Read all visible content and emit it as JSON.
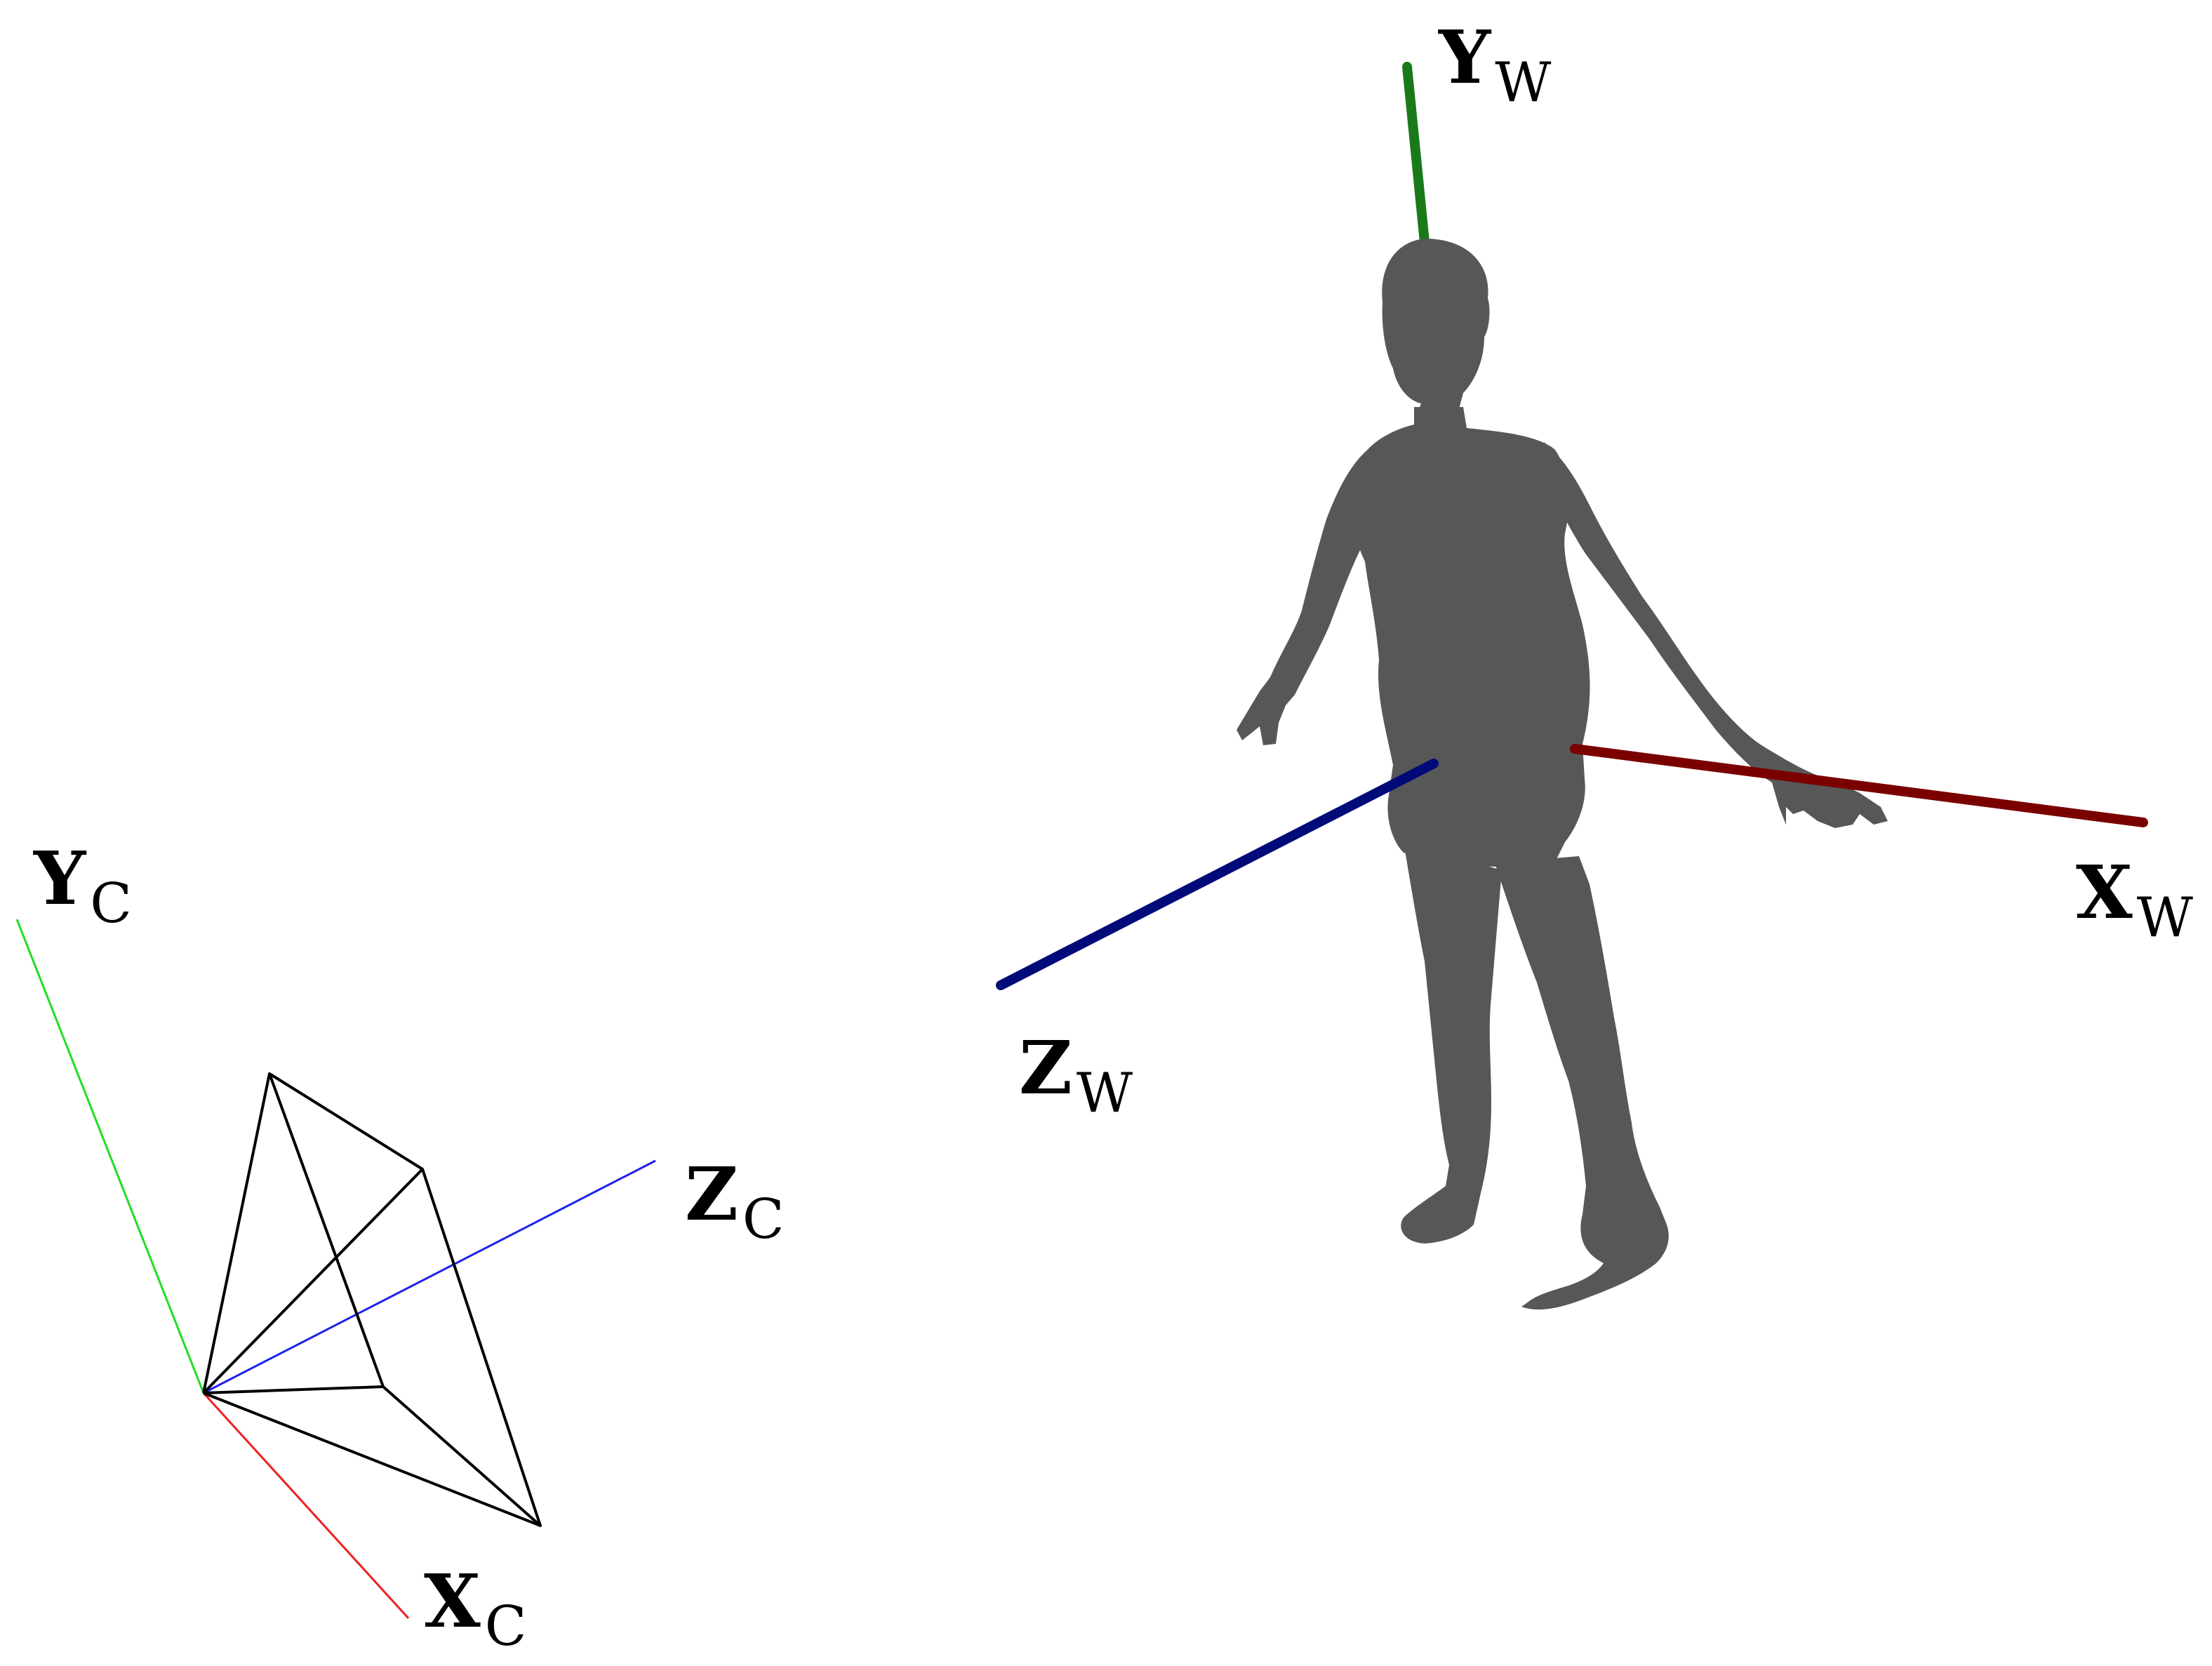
{
  "labels": {
    "world": {
      "y": {
        "letter": "Y",
        "sub": "W"
      },
      "x": {
        "letter": "X",
        "sub": "W"
      },
      "z": {
        "letter": "Z",
        "sub": "W"
      }
    },
    "camera": {
      "y": {
        "letter": "Y",
        "sub": "C"
      },
      "z": {
        "letter": "Z",
        "sub": "C"
      },
      "x": {
        "letter": "X",
        "sub": "C"
      }
    }
  },
  "colors": {
    "world_y_axis": "#1a7a1a",
    "world_x_axis": "#7a0000",
    "world_z_axis": "#000a78",
    "camera_y_axis": "#22dd22",
    "camera_x_axis": "#ee2020",
    "camera_z_axis": "#2020ee",
    "frustum": "#000000",
    "human_body": "#575757"
  },
  "icons": {
    "human_body": "human-mesh-icon",
    "camera": "camera-frustum-icon"
  }
}
